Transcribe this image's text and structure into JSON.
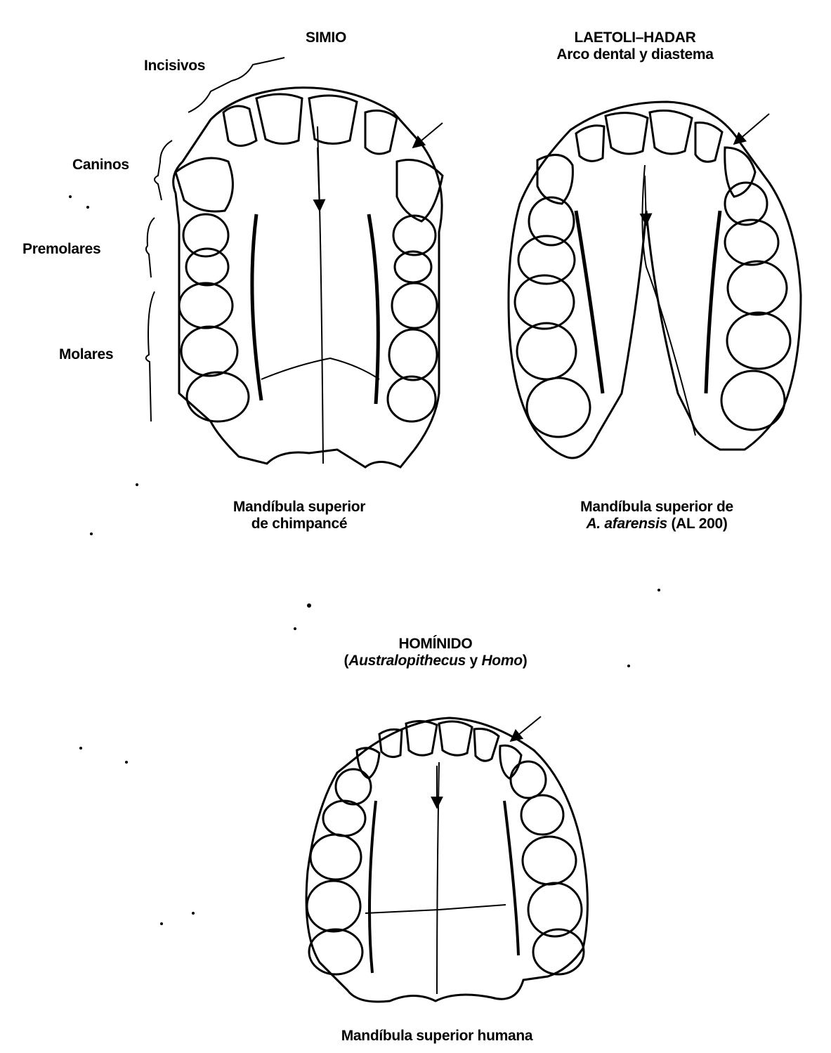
{
  "top_left": {
    "heading": "SIMIO",
    "labels": {
      "incisors": "Incisivos",
      "canines": "Caninos",
      "premolars": "Premolares",
      "molars": "Molares"
    },
    "caption_line1": "Mandíbula superior",
    "caption_line2": "de chimpancé"
  },
  "top_right": {
    "heading": "LAETOLI–HADAR",
    "subheading": "Arco dental y diastema",
    "caption_line1": "Mandíbula superior de",
    "caption_species": "A. afarensis",
    "caption_specimen": "(AL 200)"
  },
  "bottom": {
    "heading": "HOMÍNIDO",
    "paren_open": "(",
    "genus1": "Australopithecus",
    "conjunction": " y ",
    "genus2": "Homo",
    "paren_close": ")",
    "caption": "Mandíbula superior humana"
  }
}
